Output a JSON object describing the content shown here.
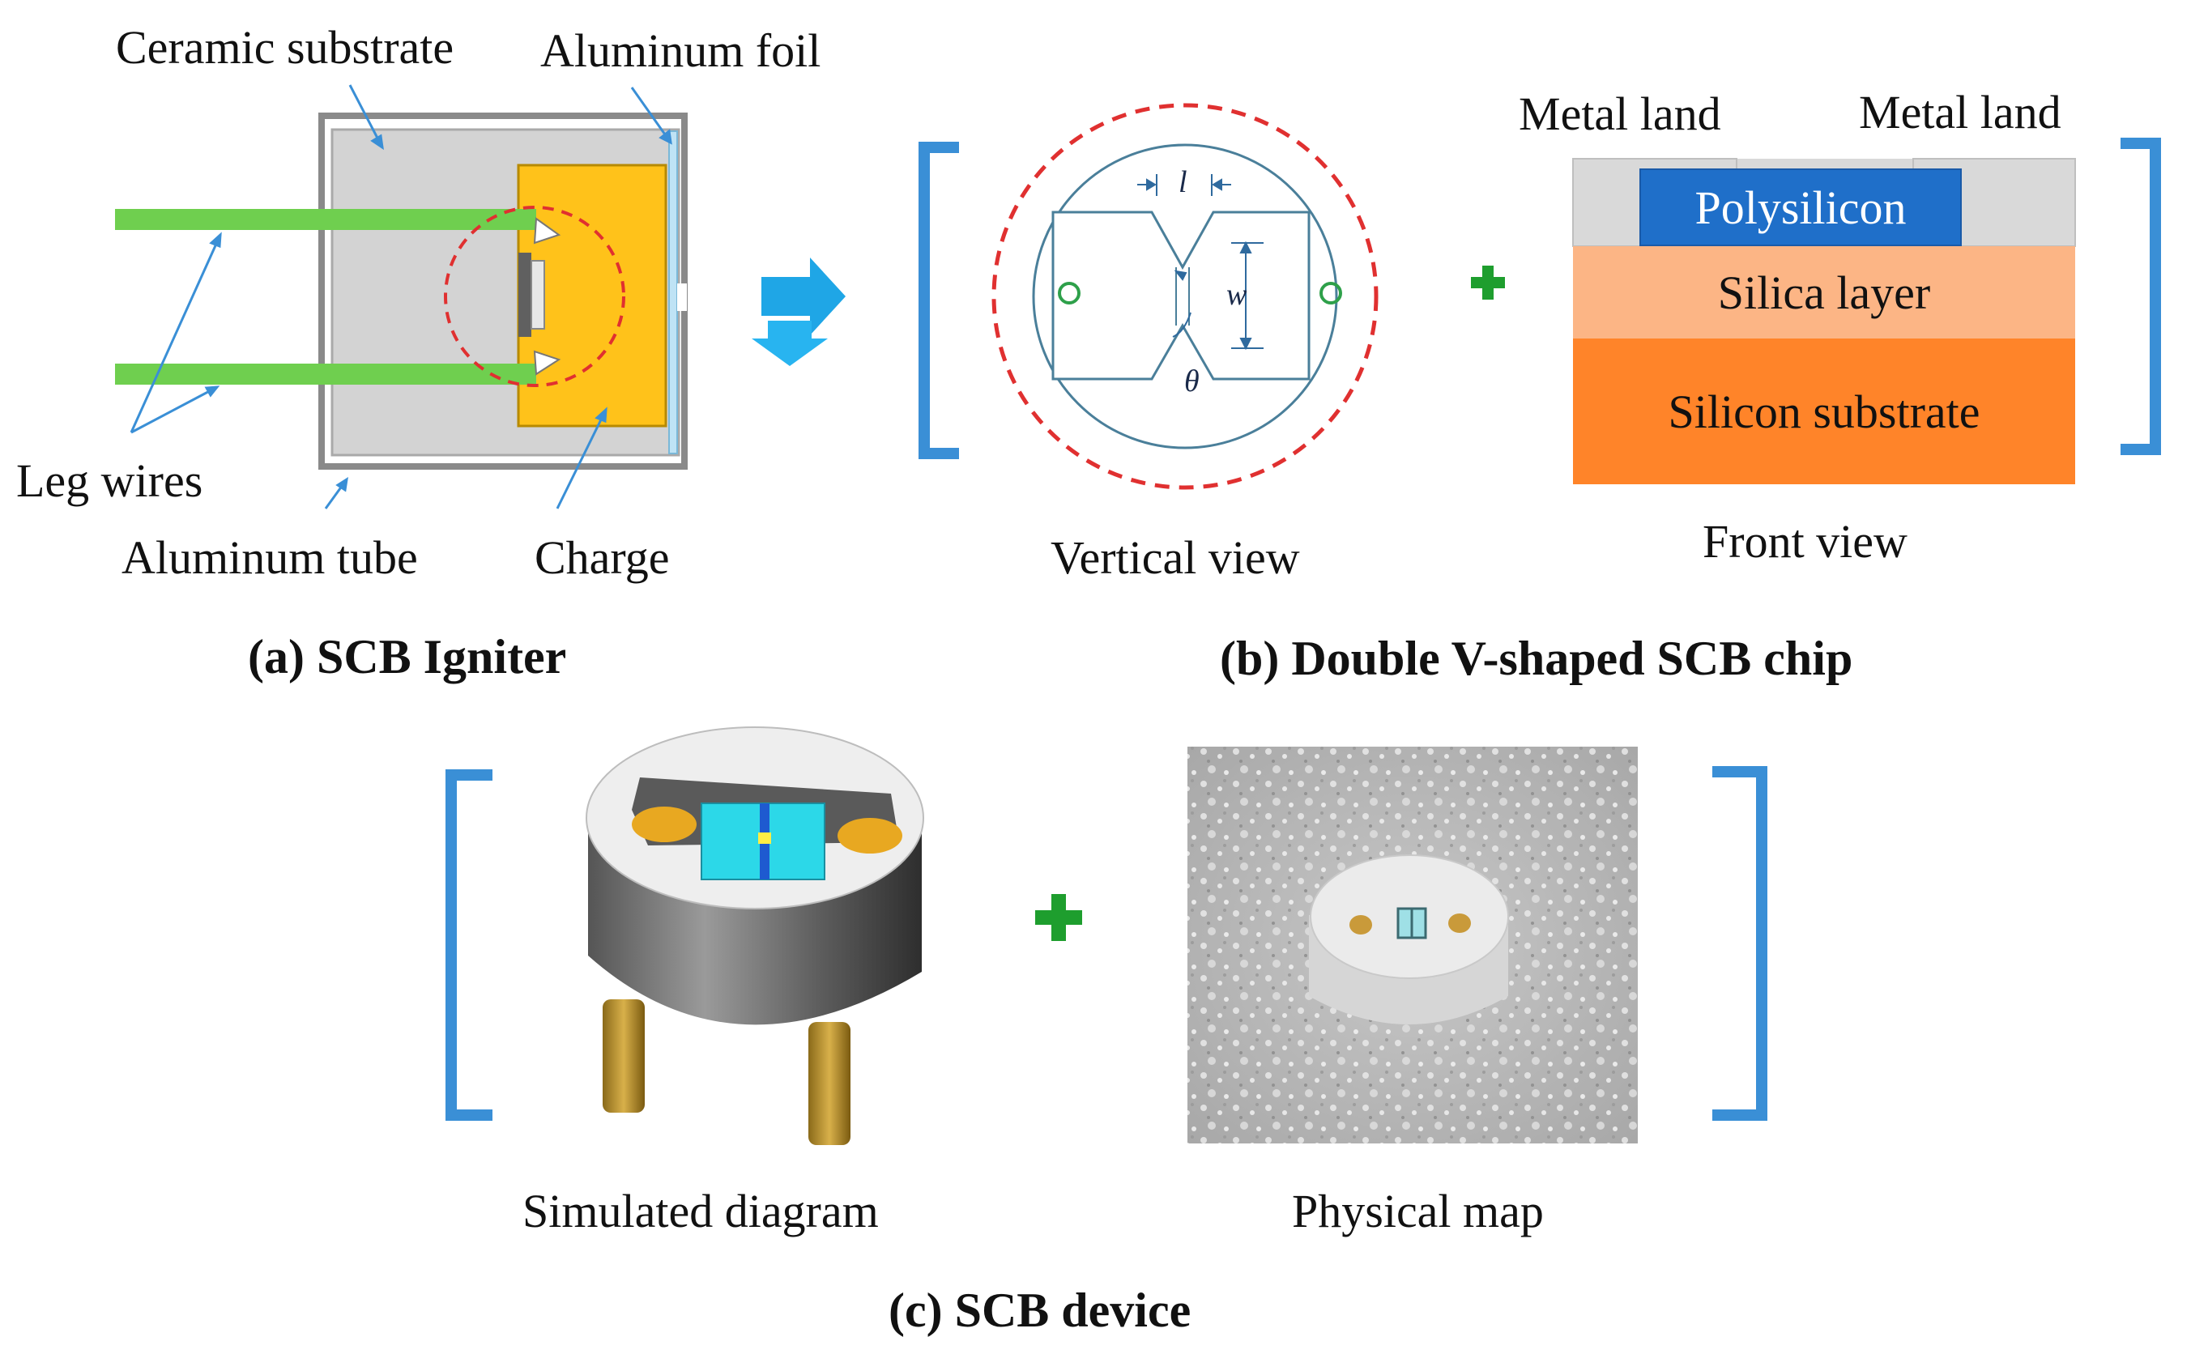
{
  "panel_a": {
    "caption": "(a) SCB Igniter",
    "labels": {
      "ceramic_substrate": "Ceramic substrate",
      "aluminum_foil": "Aluminum foil",
      "leg_wires": "Leg wires",
      "aluminum_tube": "Aluminum tube",
      "charge": "Charge"
    }
  },
  "panel_b": {
    "caption": "(b) Double V-shaped SCB chip",
    "vertical_view_label": "Vertical view",
    "front_view_label": "Front view",
    "symbols": {
      "length": "l",
      "width": "w",
      "angle": "θ"
    },
    "layers": {
      "metal_land_left": "Metal land",
      "metal_land_right": "Metal land",
      "polysilicon": "Polysilicon",
      "silica": "Silica layer",
      "substrate": "Silicon substrate"
    }
  },
  "panel_c": {
    "caption": "(c) SCB device",
    "simulated_label": "Simulated diagram",
    "physical_label": "Physical map"
  },
  "colors": {
    "bracket": "#3a8fd6",
    "plus": "#1e9e2e",
    "leg_wire": "#6fcf4f",
    "charge": "#ffc21a",
    "polysilicon": "#1f6fc9",
    "silica": "#fcb585",
    "silicon_substrate": "#ff8429",
    "metal_land": "#d9d9d9",
    "dashed_circle": "#e03030",
    "arrow": "#1fa6e6"
  }
}
